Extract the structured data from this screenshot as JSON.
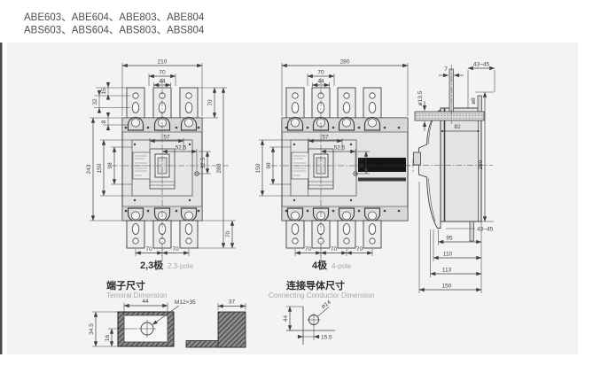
{
  "header": {
    "line1": "ABE603、ABE604、ABE803、ABE804",
    "line2": "ABS603、ABS604、ABS803、ABS804"
  },
  "pole3": {
    "caption_cn": "2,3极",
    "caption_en": "2.3-pole",
    "w": "210",
    "pitch": "70",
    "lug_w": "44",
    "d15": "15",
    "d32": "32",
    "d8": "8",
    "lug_h": "70",
    "d57": "57",
    "d525": "52.5",
    "d325": "32.5",
    "h": "280",
    "d243": "243",
    "d150": "150",
    "d98": "98",
    "p1": "70",
    "p2": "70",
    "blug_h": "70"
  },
  "pole4": {
    "caption_cn": "4极",
    "caption_en": "4-pole",
    "w": "280",
    "pitch": "70",
    "lug_w": "44",
    "d57": "57",
    "d525": "52.5",
    "d325": "32.5",
    "d150": "150",
    "d98": "98",
    "p1": "70",
    "p2": "70",
    "p3": "70"
  },
  "side": {
    "top_range": "43~45",
    "stud_w": "7",
    "hole_dia": "ø13.5",
    "stud_dia": "ø8",
    "depth": "82",
    "h": "280",
    "bottom_range": "43~45",
    "d95": "95",
    "d110": "110",
    "d113": "113",
    "d150": "150"
  },
  "terminal": {
    "title_cn": "端子尺寸",
    "title_en": "Termiral Dimension",
    "d44": "44",
    "bolt": "M12×35",
    "d345": "34.5",
    "d16": "16",
    "d37": "37"
  },
  "conductor": {
    "title_cn": "连接导体尺寸",
    "title_en": "Connecting Conductor Dimension",
    "d44": "44",
    "hole_dia": "ø14",
    "d155": "15.5"
  },
  "colors": {
    "panel": "#f3f3f2",
    "line": "#3f3f3f",
    "body": "#e3e3e2",
    "accent_black": "#141414"
  }
}
